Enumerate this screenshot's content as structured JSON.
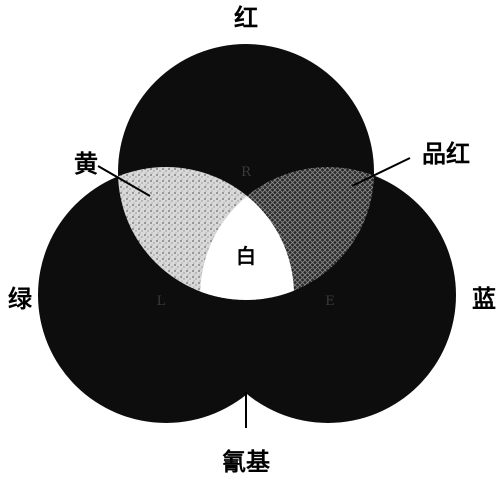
{
  "labels": {
    "top": "红",
    "upper_left": "黄",
    "upper_right": "品红",
    "left": "绿",
    "right": "蓝",
    "bottom": "氰基",
    "center": "白"
  },
  "inner_letters": {
    "top": "R",
    "left": "L",
    "right": "E"
  },
  "colors": {
    "circle_fill": "#0d0d0d",
    "yellow_texture": "#c8c8c8",
    "magenta_texture": "#5a5a5a",
    "white": "#ffffff"
  }
}
